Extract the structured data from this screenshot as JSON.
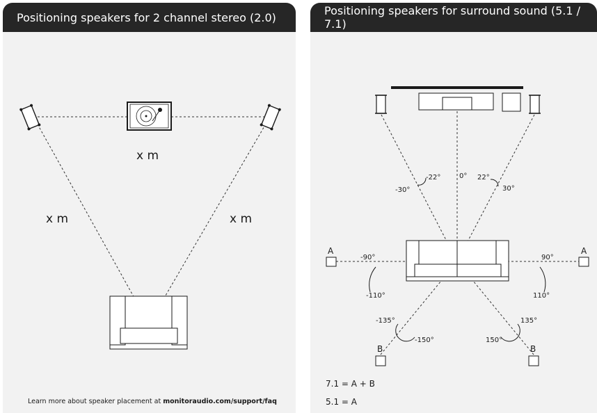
{
  "left_panel": {
    "title": "Positioning speakers for 2 channel stereo (2.0)",
    "distance_top": "x m",
    "distance_left": "x m",
    "distance_right": "x m",
    "footer_prefix": "Learn more about speaker placement at ",
    "footer_link": "monitoraudio.com/support/faq"
  },
  "right_panel": {
    "title": "Positioning speakers for surround sound (5.1 / 7.1)",
    "angles": {
      "front_left_inner": "-22°",
      "front_left_outer": "-30°",
      "center": "0°",
      "front_right_inner": "22°",
      "front_right_outer": "30°",
      "side_left_inner": "-90°",
      "side_left_outer": "-110°",
      "side_right_inner": "90°",
      "side_right_outer": "110°",
      "rear_left_inner": "-135°",
      "rear_left_outer": "-150°",
      "rear_right_inner": "135°",
      "rear_right_outer": "150°"
    },
    "speaker_labels": {
      "side_left": "A",
      "side_right": "A",
      "rear_left": "B",
      "rear_right": "B"
    },
    "legend": {
      "line1": "7.1 = A + B",
      "line2": "5.1 = A"
    }
  }
}
